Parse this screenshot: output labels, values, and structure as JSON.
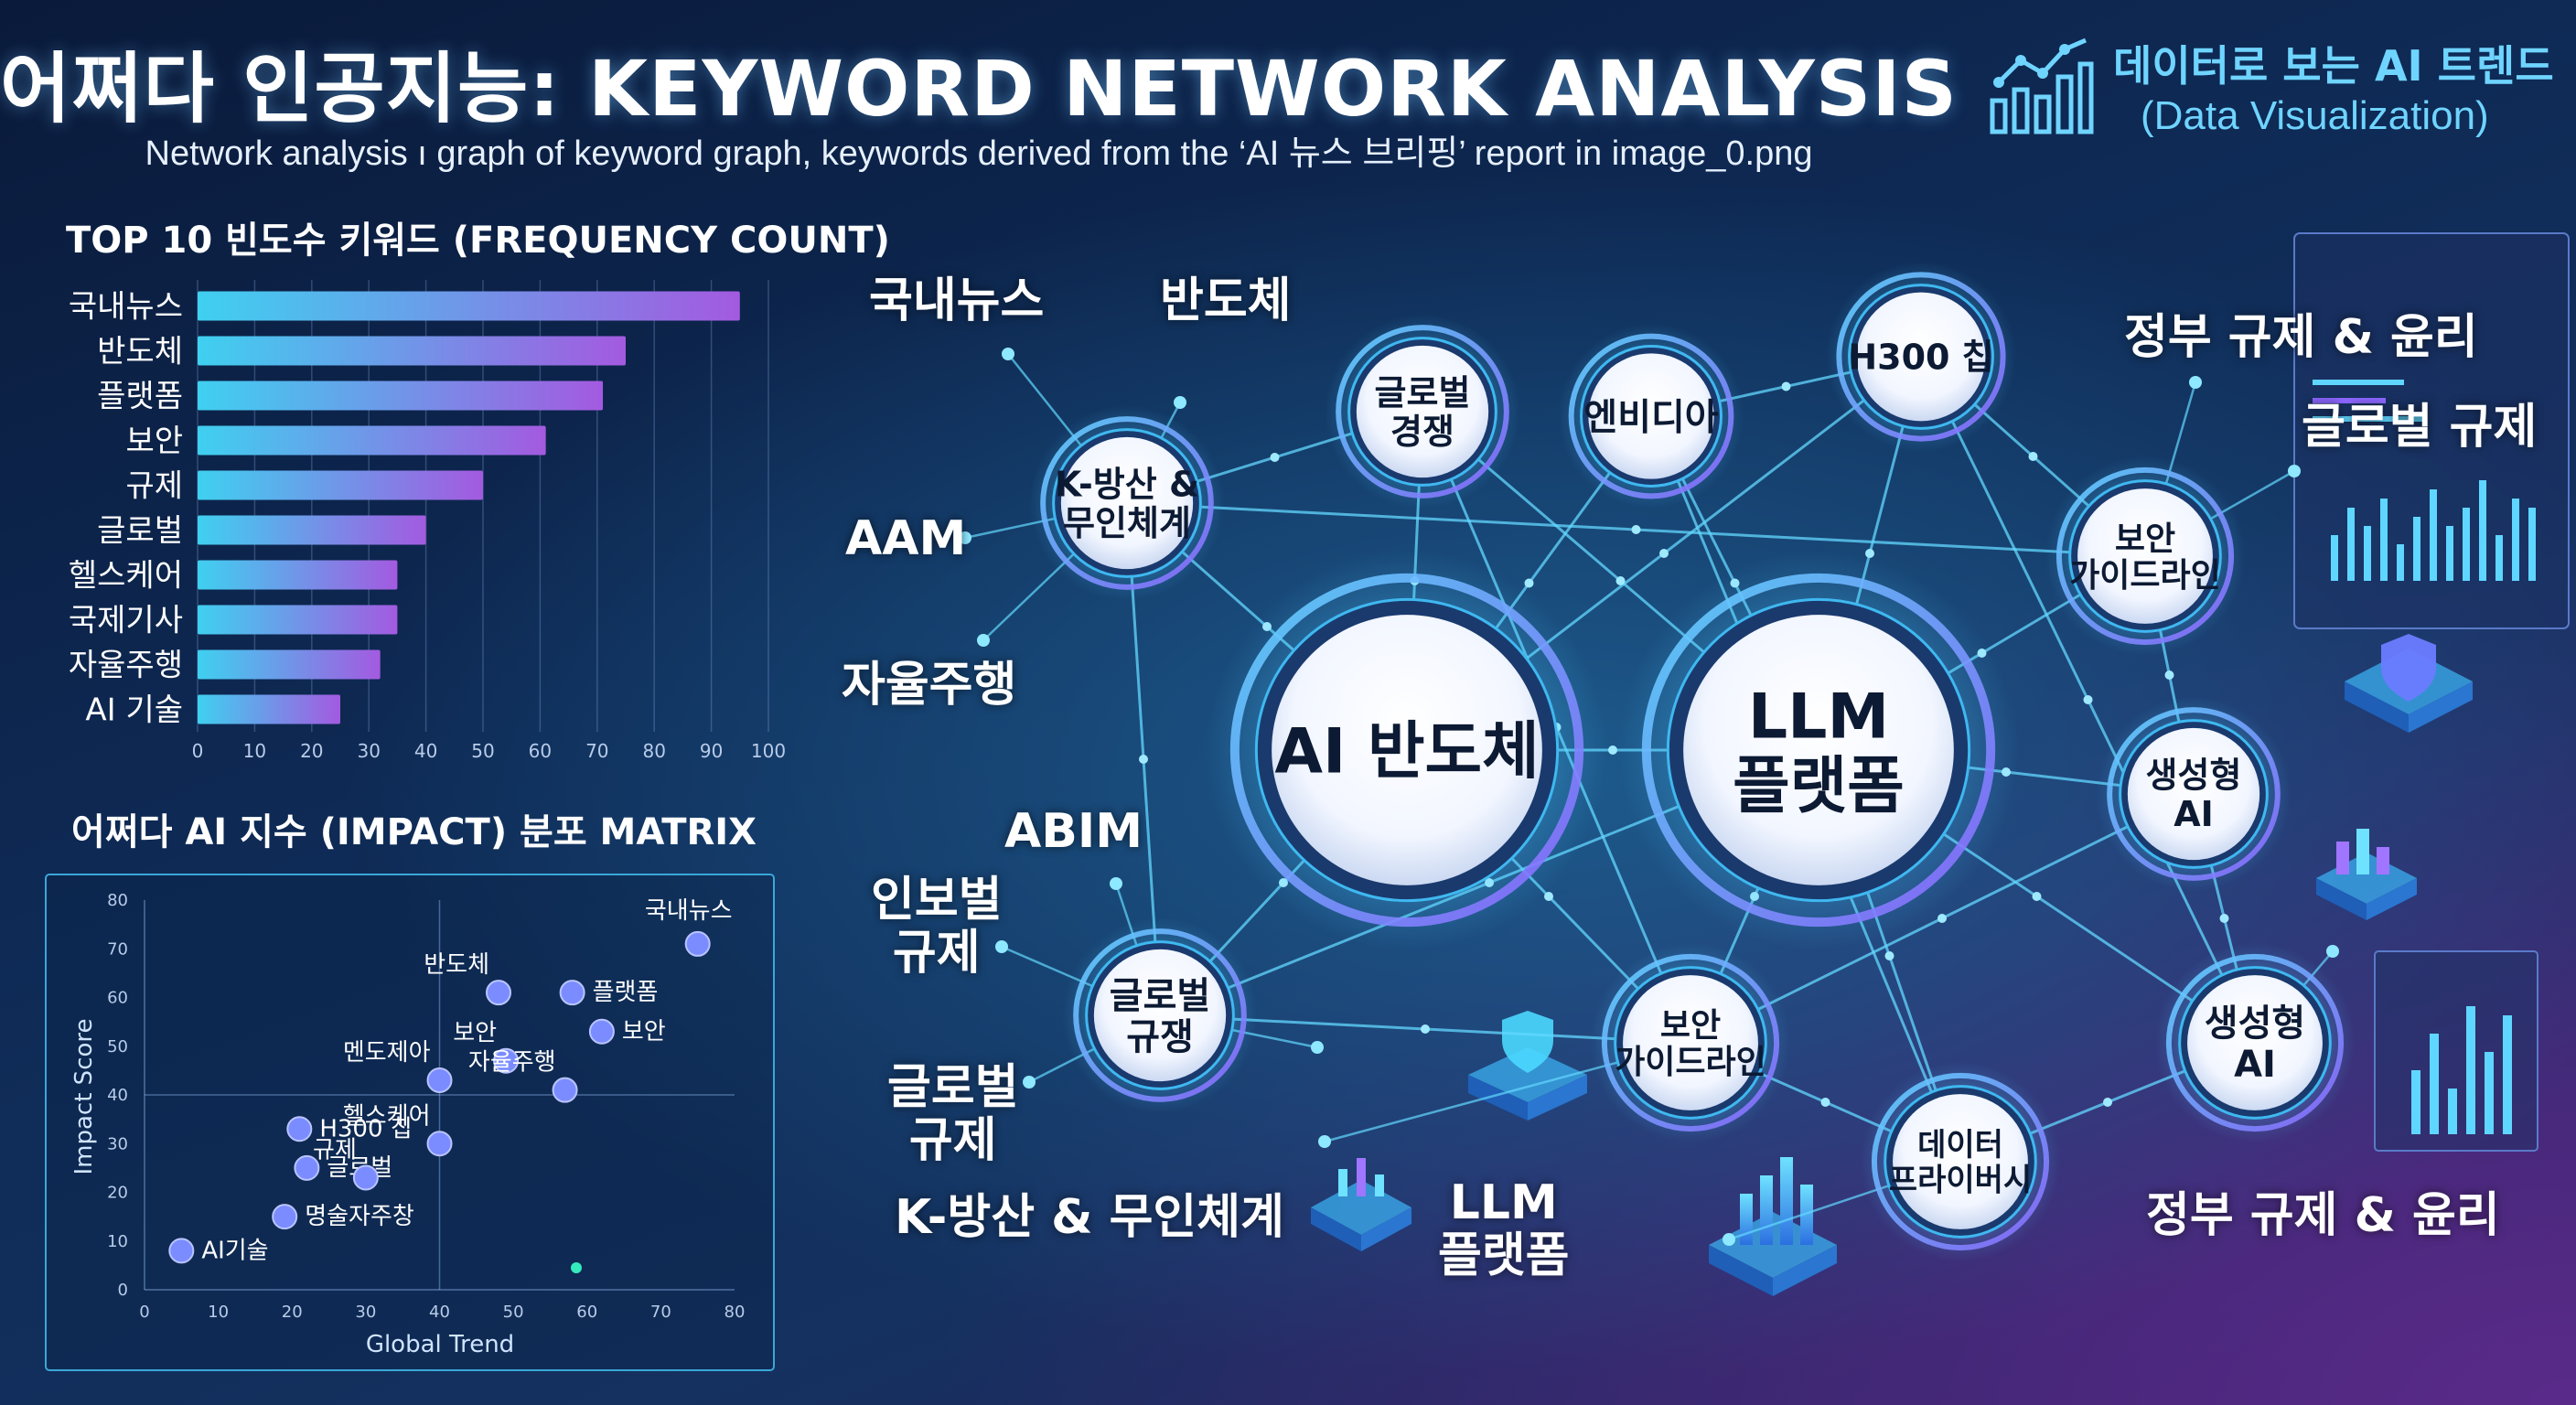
{
  "header": {
    "title": "어쩌다 인공지능: KEYWORD NETWORK ANALYSIS",
    "subtitle": "Network analysis ı graph of keyword graph, keywords derived from the ‘AI 뉴스 브리핑’ report in image_0.png",
    "brand_line1": "데이터로 보는 AI 트렌드",
    "brand_line2": "(Data Visualization)"
  },
  "colors": {
    "bar_start": "#3fd0f0",
    "bar_end": "#a35ae0",
    "node_ring": "#5fd6ff",
    "edge": "#63d8ff",
    "accent": "#6fd4ff"
  },
  "chart_data": [
    {
      "type": "bar",
      "orientation": "horizontal",
      "title": "TOP 10 빈도수 키워드 (FREQUENCY COUNT)",
      "categories": [
        "국내뉴스",
        "반도체",
        "플랫폼",
        "보안",
        "규제",
        "글로벌",
        "헬스케어",
        "국제기사",
        "자율주행",
        "AI 기술"
      ],
      "values": [
        95,
        75,
        71,
        61,
        50,
        40,
        35,
        35,
        32,
        25
      ],
      "xlim": [
        0,
        100
      ],
      "xticks": [
        "0",
        "10",
        "20",
        "30",
        "40",
        "50",
        "60",
        "70",
        "80",
        "90",
        "100"
      ],
      "grid": true
    },
    {
      "type": "scatter",
      "title": "어쩌다 AI 지수 (IMPACT) 분포 MATRIX",
      "xlabel": "Global Trend",
      "ylabel": "Impact Score",
      "xlim": [
        0,
        80
      ],
      "ylim": [
        0,
        80
      ],
      "xticks": [
        "0",
        "10",
        "20",
        "30",
        "40",
        "50",
        "60",
        "70",
        "80"
      ],
      "yticks": [
        "0",
        "10",
        "20",
        "30",
        "40",
        "50",
        "60",
        "70",
        "80"
      ],
      "quadrant_lines": {
        "x": 40,
        "y": 40
      },
      "points": [
        {
          "label": "국내뉴스",
          "x": 75,
          "y": 71
        },
        {
          "label": "반도체",
          "x": 48,
          "y": 61
        },
        {
          "label": "플랫폼",
          "x": 58,
          "y": 61
        },
        {
          "label": "보안",
          "x": 62,
          "y": 53
        },
        {
          "label": "멘도제아",
          "x": 40,
          "y": 43
        },
        {
          "label": "보안",
          "x": 49,
          "y": 47
        },
        {
          "label": "자율주행",
          "x": 57,
          "y": 41
        },
        {
          "label": "H300 칩",
          "x": 21,
          "y": 33
        },
        {
          "label": "헬스케어",
          "x": 40,
          "y": 30
        },
        {
          "label": "글로벌",
          "x": 22,
          "y": 25
        },
        {
          "label": "규제",
          "x": 30,
          "y": 23
        },
        {
          "label": "명술자주창",
          "x": 19,
          "y": 15
        },
        {
          "label": "AI기술",
          "x": 5,
          "y": 8
        }
      ]
    }
  ],
  "network": {
    "nodes": [
      {
        "id": "ai-chip",
        "label": "AI 반도체"
      },
      {
        "id": "llm",
        "label": "LLM\n플랫폼"
      },
      {
        "id": "kdef",
        "label": "K-방산 &\n무인체계"
      },
      {
        "id": "glob1",
        "label": "글로벌\n경쟁"
      },
      {
        "id": "nvidia",
        "label": "엔비디아"
      },
      {
        "id": "h300",
        "label": "H300 칩"
      },
      {
        "id": "sec1",
        "label": "보안\n가이드라인"
      },
      {
        "id": "gen1",
        "label": "생성형\nAI"
      },
      {
        "id": "glob2",
        "label": "글로벌\n규쟁"
      },
      {
        "id": "sec2",
        "label": "보안\n가이드라인"
      },
      {
        "id": "privacy",
        "label": "데이터\n프라이버시"
      },
      {
        "id": "gen2",
        "label": "생성형\nAI"
      }
    ],
    "free_labels": [
      {
        "id": "l-domestic",
        "text": "국내뉴스"
      },
      {
        "id": "l-semi",
        "text": "반도체"
      },
      {
        "id": "l-aam",
        "text": "AAM"
      },
      {
        "id": "l-auto",
        "text": "자율주행"
      },
      {
        "id": "l-abim",
        "text": "ABIM"
      },
      {
        "id": "l-inbo",
        "text": "인보벌\n규제"
      },
      {
        "id": "l-globreg",
        "text": "글로벌\n규제"
      },
      {
        "id": "l-kdef",
        "text": "K-방산 & 무인체계"
      },
      {
        "id": "l-llm",
        "text": "LLM\n플랫폼"
      },
      {
        "id": "l-gov1",
        "text": "정부 규제 & 윤리"
      },
      {
        "id": "l-globreg2",
        "text": "글로벌 규제"
      },
      {
        "id": "l-gov2",
        "text": "정부 규제 & 윤리"
      }
    ]
  }
}
